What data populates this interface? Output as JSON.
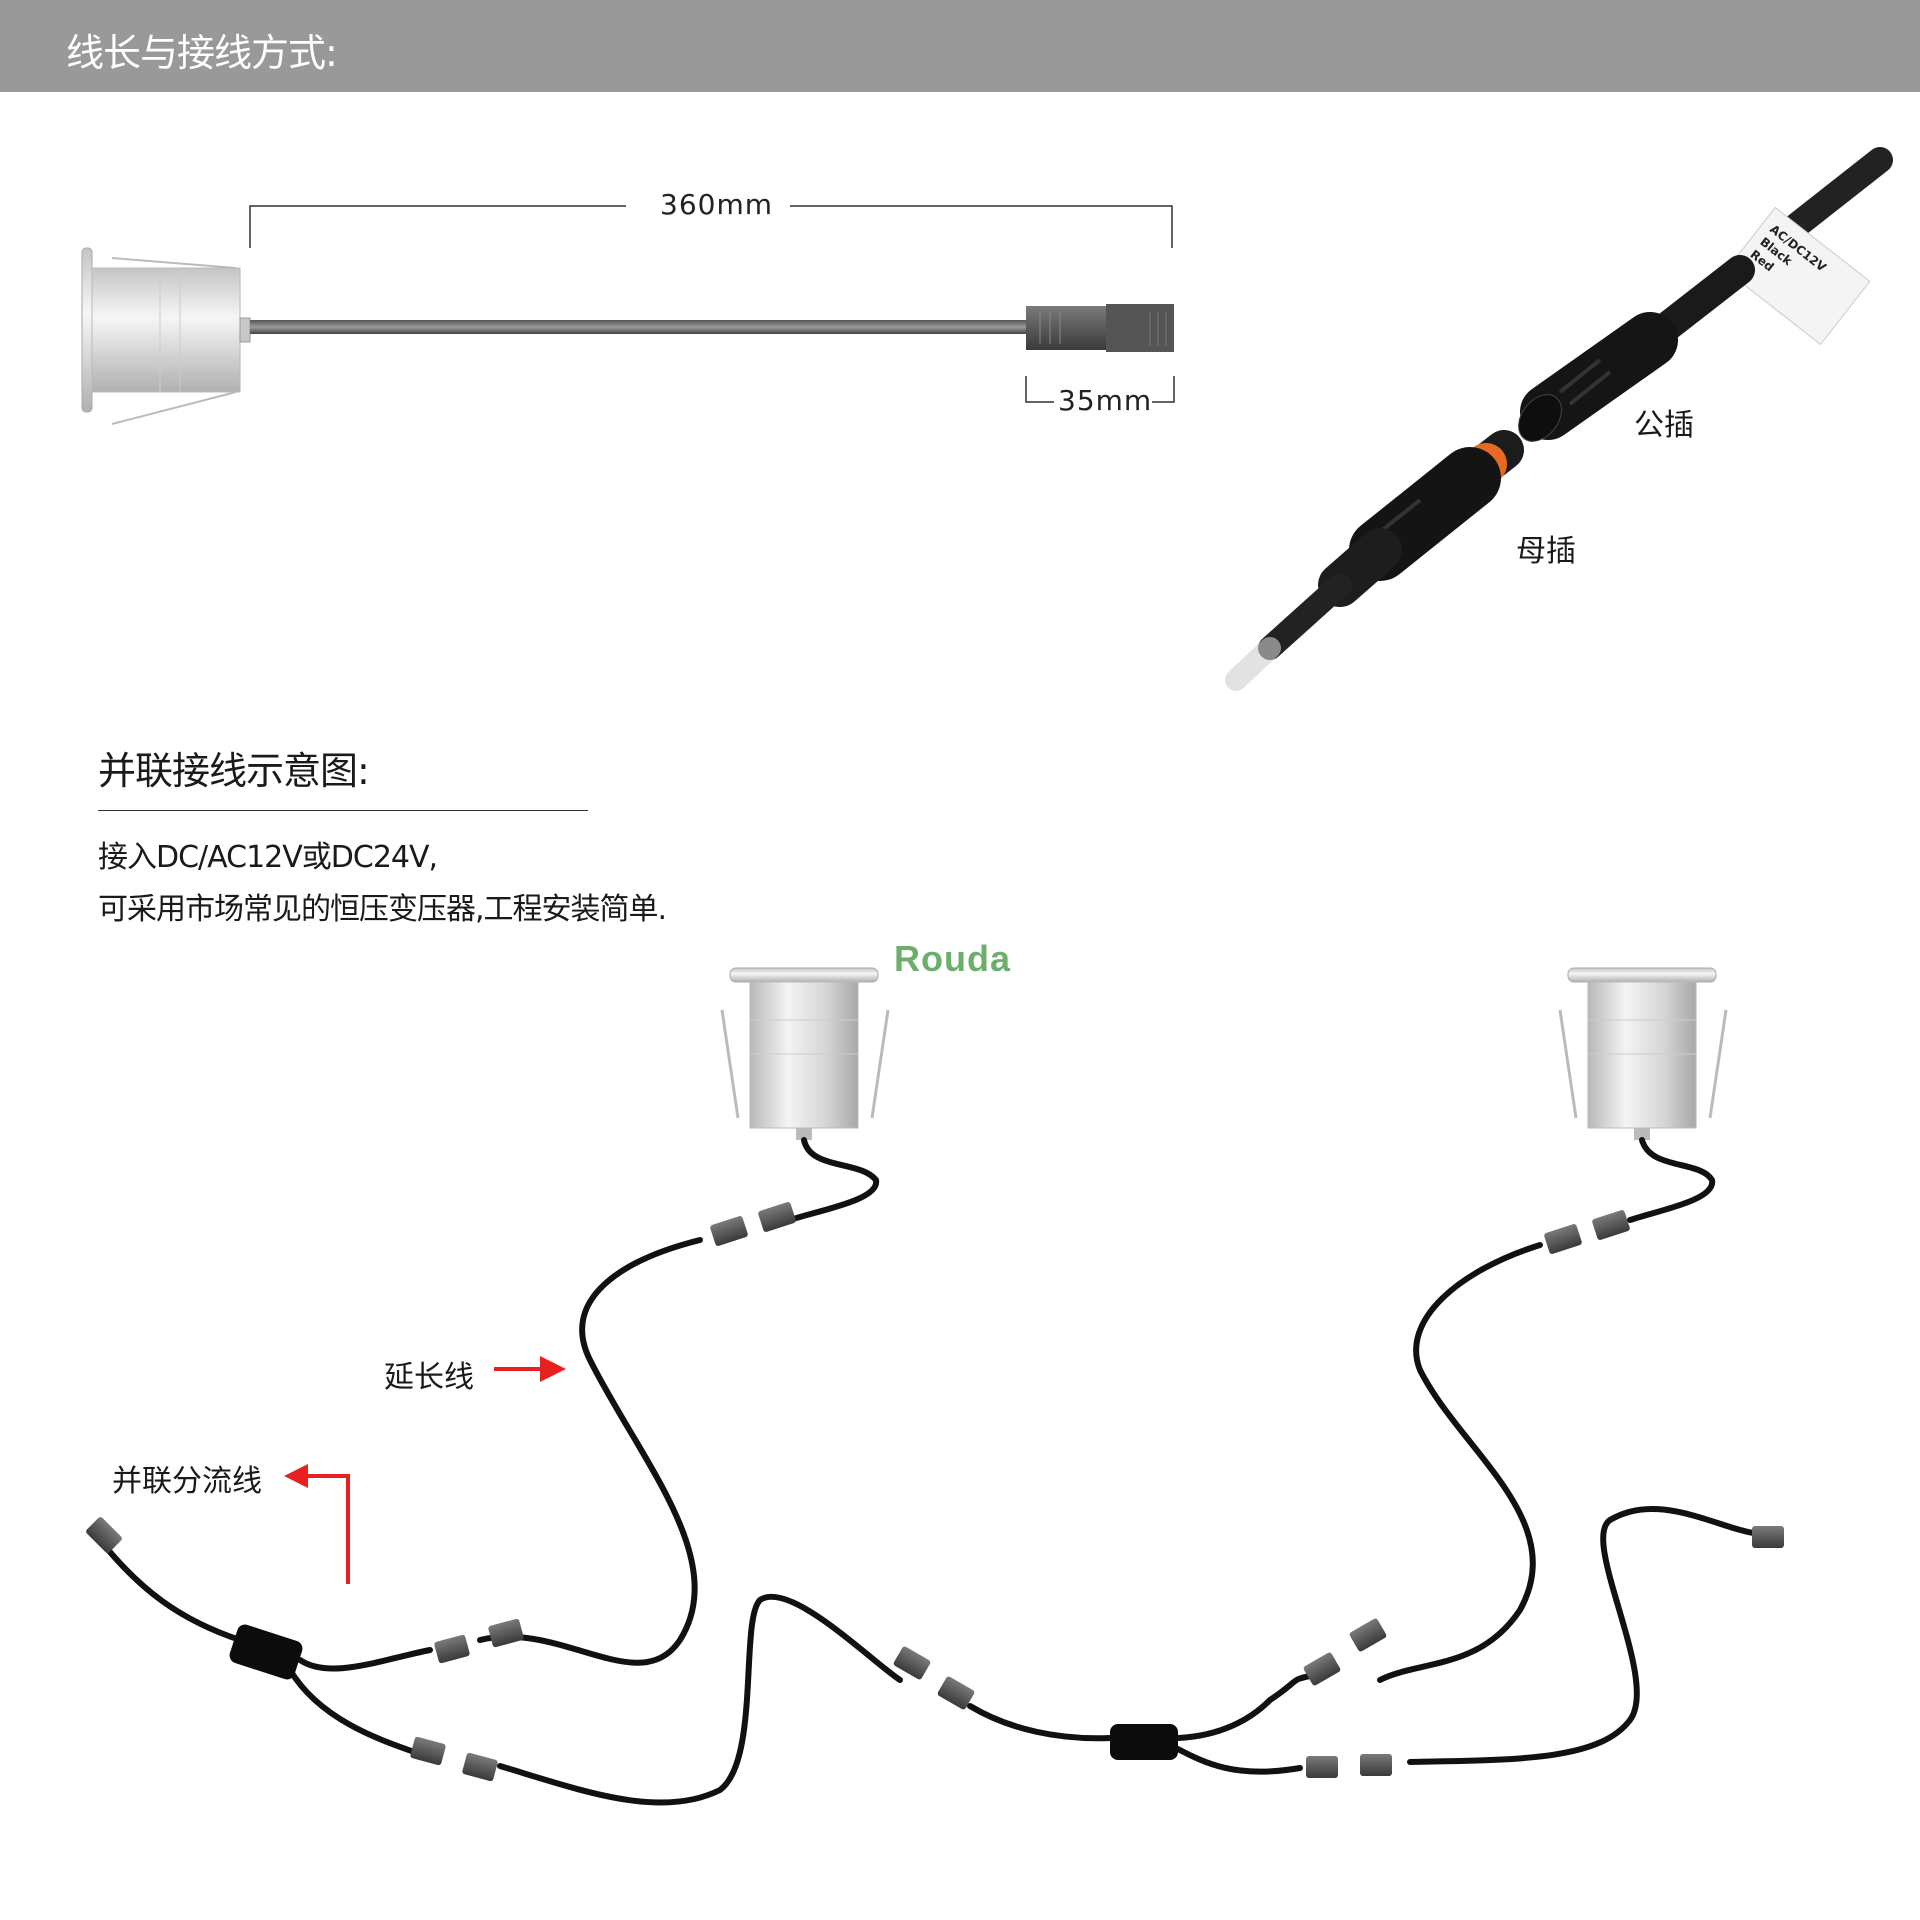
{
  "header": {
    "title": "线长与接线方式:"
  },
  "dimensions": {
    "cable_length": "360mm",
    "connector_length": "35mm"
  },
  "connector_labels": {
    "male": "公插",
    "female": "母插"
  },
  "cable_tag": {
    "line1": "AC/DC12V",
    "line2": "Black",
    "line3": "Red"
  },
  "parallel": {
    "title": "并联接线示意图:",
    "desc_line1": "接入DC/AC12V或DC24V,",
    "desc_line2": "可采用市场常见的恒压变压器,工程安装简单."
  },
  "brand": "Rouda",
  "callouts": {
    "extension": "延长线",
    "splitter": "并联分流线"
  },
  "colors": {
    "header_bg": "#999999",
    "arrow": "#e8201f",
    "brand": "#6cae6c",
    "cable": "#111111"
  }
}
